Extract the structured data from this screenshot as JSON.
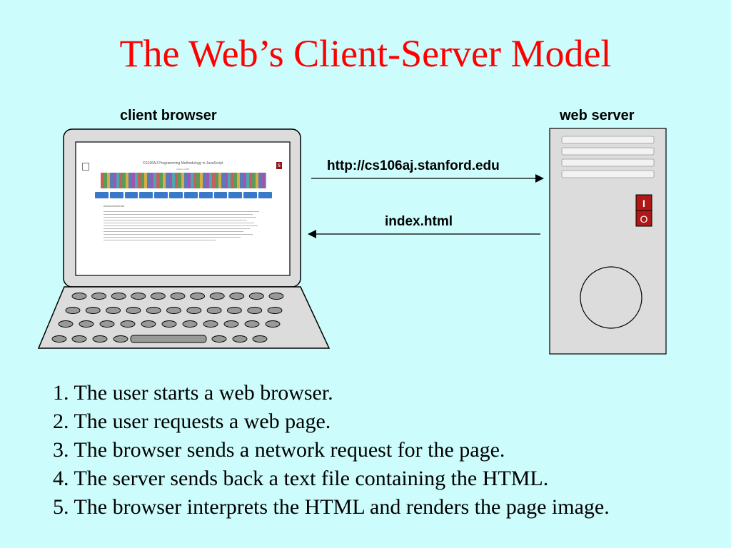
{
  "title": "The Web’s Client-Server Model",
  "labels": {
    "client": "client browser",
    "server": "web server",
    "request_url": "http://cs106aj.stanford.edu",
    "response_file": "index.html"
  },
  "server_power": {
    "on_symbol": "I",
    "off_symbol": "O"
  },
  "screen": {
    "site_title": "CS106AJ Programming Methodology in JavaScript",
    "site_subtitle": "Autumn 2018",
    "logo_letter": "S",
    "section_heading": "Announcements",
    "nav_tab_count": 12
  },
  "steps": [
    "1. The user starts a web browser.",
    "2. The user requests a web page.",
    "3. The browser sends a network request for the page.",
    "4. The server sends back a text file containing the HTML.",
    "5. The browser interprets the HTML and renders the page image."
  ],
  "colors": {
    "background": "#ccfcfc",
    "title": "#ff0000",
    "device": "#dcdcdc",
    "power_switch": "#b01818"
  }
}
